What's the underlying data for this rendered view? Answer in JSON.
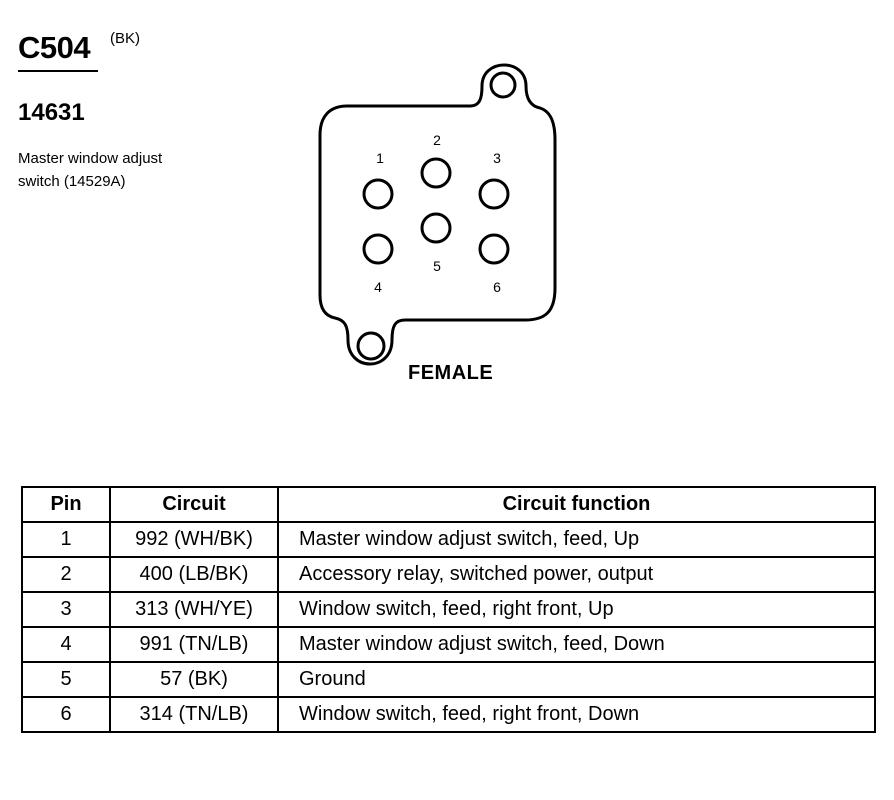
{
  "header": {
    "connector_id": "C504",
    "color_code": "(BK)",
    "part_number": "14631",
    "description": "Master window adjust switch (14529A)"
  },
  "connector": {
    "face_label": "FEMALE",
    "pins": [
      {
        "number": "1"
      },
      {
        "number": "2"
      },
      {
        "number": "3"
      },
      {
        "number": "4"
      },
      {
        "number": "5"
      },
      {
        "number": "6"
      }
    ]
  },
  "table": {
    "headers": [
      "Pin",
      "Circuit",
      "Circuit function"
    ],
    "rows": [
      {
        "pin": "1",
        "circuit": "992 (WH/BK)",
        "function": "Master window adjust switch, feed, Up"
      },
      {
        "pin": "2",
        "circuit": "400 (LB/BK)",
        "function": "Accessory relay, switched power, output"
      },
      {
        "pin": "3",
        "circuit": "313 (WH/YE)",
        "function": "Window switch, feed, right front, Up"
      },
      {
        "pin": "4",
        "circuit": "991 (TN/LB)",
        "function": "Master window adjust switch, feed, Down"
      },
      {
        "pin": "5",
        "circuit": "57 (BK)",
        "function": "Ground"
      },
      {
        "pin": "6",
        "circuit": "314 (TN/LB)",
        "function": "Window switch, feed, right front, Down"
      }
    ]
  }
}
